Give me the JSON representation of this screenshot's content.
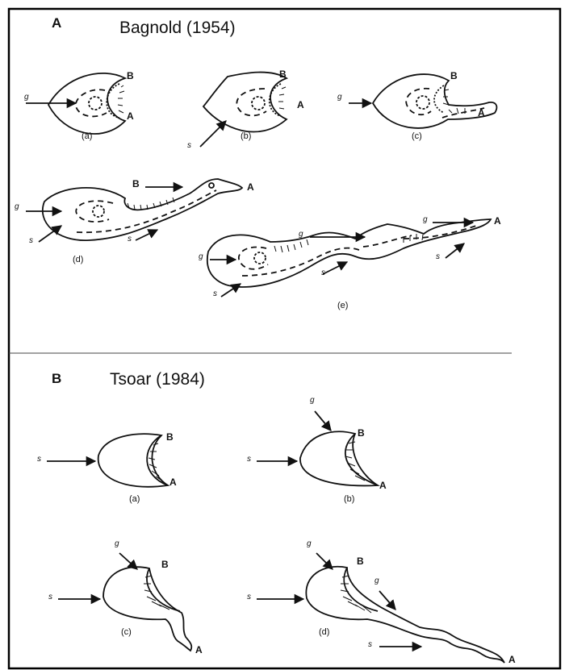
{
  "panel_a": {
    "letter": "A",
    "title": "Bagnold (1954)",
    "diagrams": [
      {
        "id": "a",
        "caption": "(a)",
        "point_b": "B",
        "point_a": "A",
        "wind_labels": [
          "g"
        ]
      },
      {
        "id": "b",
        "caption": "(b)",
        "point_b": "B",
        "point_a": "A",
        "wind_labels": [
          "s"
        ]
      },
      {
        "id": "c",
        "caption": "(c)",
        "point_b": "B",
        "point_a": "A",
        "wind_labels": [
          "g"
        ]
      },
      {
        "id": "d",
        "caption": "(d)",
        "point_b": "B",
        "point_a": "A",
        "wind_labels": [
          "g",
          "s",
          "s"
        ]
      },
      {
        "id": "e",
        "caption": "(e)",
        "point_a": "A",
        "wind_labels": [
          "g",
          "g",
          "g",
          "s",
          "s",
          "s"
        ]
      }
    ]
  },
  "panel_b": {
    "letter": "B",
    "title": "Tsoar (1984)",
    "diagrams": [
      {
        "id": "a",
        "caption": "(a)",
        "point_b": "B",
        "point_a": "A",
        "wind_labels": [
          "s"
        ]
      },
      {
        "id": "b",
        "caption": "(b)",
        "point_b": "B",
        "point_a": "A",
        "wind_labels": [
          "g",
          "s"
        ]
      },
      {
        "id": "c",
        "caption": "(c)",
        "point_b": "B",
        "point_a": "A",
        "wind_labels": [
          "g",
          "s"
        ]
      },
      {
        "id": "d",
        "caption": "(d)",
        "point_b": "B",
        "point_a": "A",
        "wind_labels": [
          "g",
          "s",
          "g",
          "s"
        ]
      }
    ]
  }
}
